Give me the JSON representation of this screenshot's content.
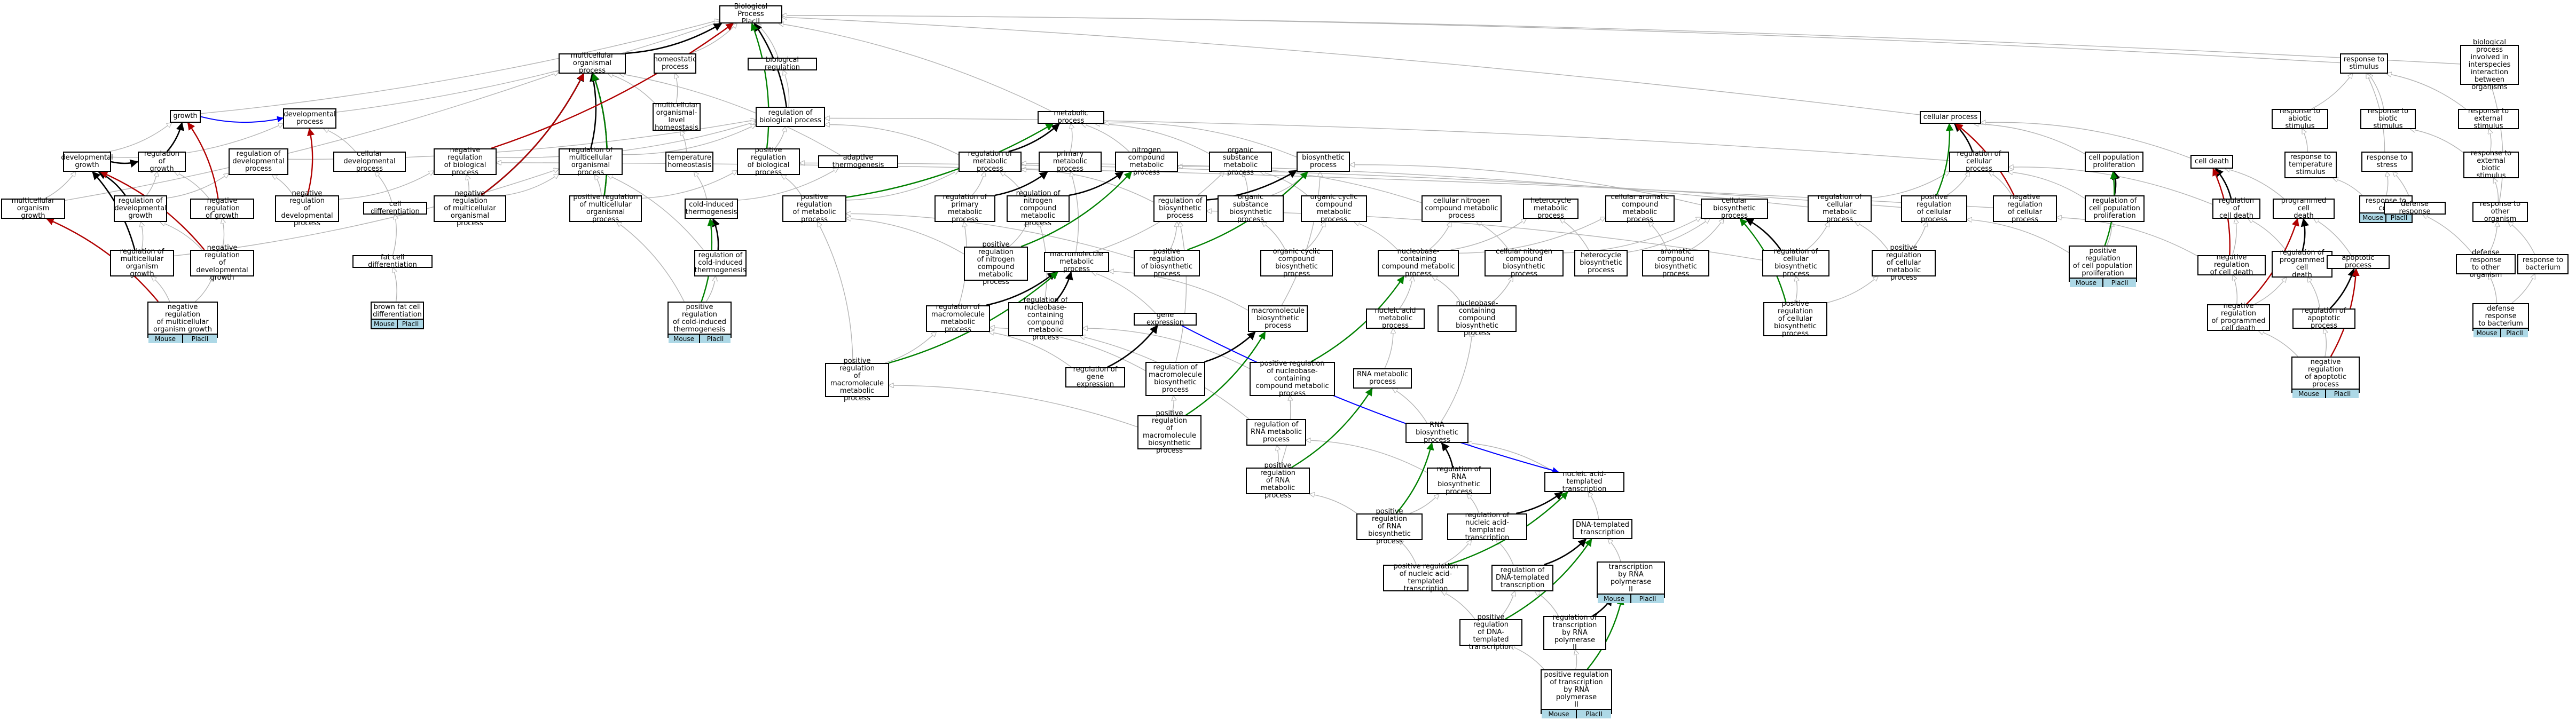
{
  "diagram": {
    "colors": {
      "is_a": "#b4b4b4",
      "part_of": "#000000",
      "positively_regulates": "#008000",
      "negatively_regulates": "#b00000",
      "regulates": "#0000ff",
      "tag_fill": "#add8e6"
    },
    "nodes": [
      {
        "id": "bp",
        "label": "Biological Process\nPlacII"
      },
      {
        "id": "mop",
        "label": "multicellular\norganismal process"
      },
      {
        "id": "homeo",
        "label": "homeostatic\nprocess"
      },
      {
        "id": "breg",
        "label": "biological regulation"
      },
      {
        "id": "regbp",
        "label": "regulation of\nbiological process"
      },
      {
        "id": "metab",
        "label": "metabolic process"
      },
      {
        "id": "cellp",
        "label": "cellular process"
      },
      {
        "id": "resp",
        "label": "response to\nstimulus"
      },
      {
        "id": "interorg",
        "label": "biological process\ninvolved in\ninterspecies\ninteraction\nbetween organisms"
      },
      {
        "id": "growth",
        "label": "growth"
      },
      {
        "id": "devp",
        "label": "developmental\nprocess"
      },
      {
        "id": "molh",
        "label": "multicellular\norganismal-level\nhomeostasis"
      },
      {
        "id": "devg",
        "label": "developmental\ngrowth"
      },
      {
        "id": "regg",
        "label": "regulation of\ngrowth"
      },
      {
        "id": "regdev",
        "label": "regulation of\ndevelopmental\nprocess"
      },
      {
        "id": "celldev",
        "label": "cellular developmental\nprocess"
      },
      {
        "id": "negbp",
        "label": "negative regulation\nof biological\nprocess"
      },
      {
        "id": "regmop",
        "label": "regulation of\nmulticellular\norganismal process"
      },
      {
        "id": "temph",
        "label": "temperature\nhomeostasis"
      },
      {
        "id": "posbp",
        "label": "positive regulation\nof biological\nprocess"
      },
      {
        "id": "adapt",
        "label": "adaptive thermogenesis"
      },
      {
        "id": "mog",
        "label": "multicellular\norganism growth"
      },
      {
        "id": "regdevg",
        "label": "regulation of\ndevelopmental\ngrowth"
      },
      {
        "id": "neggr",
        "label": "negative regulation\nof growth"
      },
      {
        "id": "negdev",
        "label": "negative regulation\nof developmental\nprocess"
      },
      {
        "id": "celldiff",
        "label": "cell differentiation"
      },
      {
        "id": "negmop",
        "label": "negative regulation\nof multicellular\norganismal process"
      },
      {
        "id": "posmop",
        "label": "positive regulation\nof multicellular\norganismal process"
      },
      {
        "id": "coldtherm",
        "label": "cold-induced\nthermogenesis"
      },
      {
        "id": "regmog",
        "label": "regulation of\nmulticellular\norganism growth"
      },
      {
        "id": "negdevg",
        "label": "negative regulation\nof developmental\ngrowth"
      },
      {
        "id": "fatdiff",
        "label": "fat cell differentiation"
      },
      {
        "id": "regcold",
        "label": "regulation of\ncold-induced\nthermogenesis"
      },
      {
        "id": "negmog",
        "label": "negative regulation\nof multicellular\norganism growth",
        "tags": [
          "Mouse",
          "PlacII"
        ]
      },
      {
        "id": "brownfat",
        "label": "brown fat cell\ndifferentiation",
        "tags": [
          "Mouse",
          "PlacII"
        ]
      },
      {
        "id": "poscold",
        "label": "positive regulation\nof cold-induced\nthermogenesis",
        "tags": [
          "Mouse",
          "PlacII"
        ]
      },
      {
        "id": "regmet",
        "label": "regulation of\nmetabolic process"
      },
      {
        "id": "primmet",
        "label": "primary metabolic\nprocess"
      },
      {
        "id": "ncmp",
        "label": "nitrogen compound\nmetabolic process"
      },
      {
        "id": "orgsub",
        "label": "organic substance\nmetabolic process"
      },
      {
        "id": "biosyn",
        "label": "biosynthetic\nprocess"
      },
      {
        "id": "posmet",
        "label": "positive regulation\nof metabolic\nprocess"
      },
      {
        "id": "regprim",
        "label": "regulation of\nprimary metabolic\nprocess"
      },
      {
        "id": "regncmp",
        "label": "regulation of\nnitrogen compound\nmetabolic process"
      },
      {
        "id": "regbio",
        "label": "regulation of\nbiosynthetic\nprocess"
      },
      {
        "id": "orgsubbio",
        "label": "organic substance\nbiosynthetic\nprocess"
      },
      {
        "id": "orgcyc",
        "label": "organic cyclic\ncompound metabolic\nprocess"
      },
      {
        "id": "posncmp",
        "label": "positive regulation\nof nitrogen\ncompound metabolic\nprocess"
      },
      {
        "id": "macro",
        "label": "macromolecule\nmetabolic process"
      },
      {
        "id": "posbio",
        "label": "positive regulation\nof biosynthetic\nprocess"
      },
      {
        "id": "orgcycbio",
        "label": "organic cyclic\ncompound biosynthetic\nprocess"
      },
      {
        "id": "regmacro",
        "label": "regulation of\nmacromolecule\nmetabolic process"
      },
      {
        "id": "regnuc",
        "label": "regulation of\nnucleobase-containing\ncompound metabolic\nprocess"
      },
      {
        "id": "geneexp",
        "label": "gene expression"
      },
      {
        "id": "macrobio",
        "label": "macromolecule\nbiosynthetic\nprocess"
      },
      {
        "id": "nucacid",
        "label": "nucleic acid\nmetabolic process"
      },
      {
        "id": "posmacro",
        "label": "positive regulation\nof macromolecule\nmetabolic process"
      },
      {
        "id": "reggene",
        "label": "regulation of\ngene expression"
      },
      {
        "id": "regmacrobio",
        "label": "regulation of\nmacromolecule\nbiosynthetic\nprocess"
      },
      {
        "id": "posnuc",
        "label": "positive regulation\nof nucleobase-containing\ncompound metabolic\nprocess"
      },
      {
        "id": "posmacrobio",
        "label": "positive regulation\nof macromolecule\nbiosynthetic\nprocess"
      },
      {
        "id": "rnamet",
        "label": "RNA metabolic\nprocess"
      },
      {
        "id": "regrnamet",
        "label": "regulation of\nRNA metabolic\nprocess"
      },
      {
        "id": "posrnamet",
        "label": "positive regulation\nof RNA metabolic\nprocess"
      },
      {
        "id": "rnabio",
        "label": "RNA biosynthetic\nprocess"
      },
      {
        "id": "regrnabio",
        "label": "regulation of\nRNA biosynthetic\nprocess"
      },
      {
        "id": "posrnabio",
        "label": "positive regulation\nof RNA biosynthetic\nprocess"
      },
      {
        "id": "nucmet",
        "label": "nucleobase-containing\ncompound metabolic\nprocess"
      },
      {
        "id": "cnit",
        "label": "cellular nitrogen\ncompound biosynthetic\nprocess"
      },
      {
        "id": "nucbio",
        "label": "nucleobase-containing\ncompound biosynthetic\nprocess"
      },
      {
        "id": "cellnitmet",
        "label": "cellular nitrogen\ncompound metabolic\nprocess"
      },
      {
        "id": "hetmet",
        "label": "heterocycle\nmetabolic process"
      },
      {
        "id": "hetbio",
        "label": "heterocycle\nbiosynthetic\nprocess"
      },
      {
        "id": "cellmet",
        "label": "cellular metabolic\nprocess"
      },
      {
        "id": "celarom",
        "label": "cellular aromatic\ncompound metabolic\nprocess"
      },
      {
        "id": "arombio",
        "label": "aromatic compound\nbiosynthetic\nprocess"
      },
      {
        "id": "cellbio",
        "label": "cellular biosynthetic\nprocess"
      },
      {
        "id": "regcellbio",
        "label": "regulation of\ncellular biosynthetic\nprocess"
      },
      {
        "id": "poscellbio",
        "label": "positive regulation\nof cellular\nbiosynthetic\nprocess"
      },
      {
        "id": "regcellmet",
        "label": "regulation of\ncellular metabolic\nprocess"
      },
      {
        "id": "poscellmet",
        "label": "positive regulation\nof cellular\nmetabolic process"
      },
      {
        "id": "nucacidtx",
        "label": "nucleic acid-templated\ntranscription"
      },
      {
        "id": "regnatx",
        "label": "regulation of\nnucleic acid-templated\ntranscription"
      },
      {
        "id": "dnatx",
        "label": "DNA-templated\ntranscription"
      },
      {
        "id": "posnatx",
        "label": "positive regulation\nof nucleic acid-templated\ntranscription"
      },
      {
        "id": "regdnatx",
        "label": "regulation of\nDNA-templated\ntranscription"
      },
      {
        "id": "txpol2",
        "label": "transcription\nby RNA polymerase\nII",
        "tags": [
          "Mouse",
          "PlacII"
        ]
      },
      {
        "id": "posdnatx",
        "label": "positive regulation\nof DNA-templated\ntranscription"
      },
      {
        "id": "regpol2",
        "label": "regulation of\ntranscription\nby RNA polymerase\nII"
      },
      {
        "id": "pospol2",
        "label": "positive regulation\nof transcription\nby RNA polymerase\nII",
        "tags": [
          "Mouse",
          "PlacII"
        ]
      },
      {
        "id": "regcp",
        "label": "regulation of\ncellular process"
      },
      {
        "id": "cpp",
        "label": "cell population\nproliferation"
      },
      {
        "id": "poscp",
        "label": "positive regulation\nof cellular\nprocess"
      },
      {
        "id": "negcp",
        "label": "negative regulation\nof cellular\nprocess"
      },
      {
        "id": "regcpp",
        "label": "regulation of\ncell population\nproliferation"
      },
      {
        "id": "poscpp",
        "label": "positive regulation\nof cell population\nproliferation",
        "tags": [
          "Mouse",
          "PlacII"
        ]
      },
      {
        "id": "celldeath",
        "label": "cell death"
      },
      {
        "id": "regcd",
        "label": "regulation of\ncell death"
      },
      {
        "id": "pcd",
        "label": "programmed cell\ndeath"
      },
      {
        "id": "negcd",
        "label": "negative regulation\nof cell death"
      },
      {
        "id": "regpcd",
        "label": "regulation of\nprogrammed cell\ndeath"
      },
      {
        "id": "apop",
        "label": "apoptotic process"
      },
      {
        "id": "negpcd",
        "label": "negative regulation\nof programmed\ncell death"
      },
      {
        "id": "regapop",
        "label": "regulation of\napoptotic process"
      },
      {
        "id": "negapop",
        "label": "negative regulation\nof apoptotic\nprocess",
        "tags": [
          "Mouse",
          "PlacII"
        ]
      },
      {
        "id": "abiotic",
        "label": "response to\nabiotic stimulus"
      },
      {
        "id": "biotic",
        "label": "response to\nbiotic stimulus"
      },
      {
        "id": "external",
        "label": "response to\nexternal stimulus"
      },
      {
        "id": "tempstim",
        "label": "response to\ntemperature\nstimulus"
      },
      {
        "id": "stress",
        "label": "response to\nstress"
      },
      {
        "id": "extbiotic",
        "label": "response to\nexternal biotic\nstimulus"
      },
      {
        "id": "cold",
        "label": "response to\ncold",
        "tags": [
          "Mouse",
          "PlacII"
        ]
      },
      {
        "id": "defense",
        "label": "defense response"
      },
      {
        "id": "otherorg",
        "label": "response to\nother organism"
      },
      {
        "id": "defother",
        "label": "defense response\nto other organism"
      },
      {
        "id": "bacterium",
        "label": "response to\nbacterium"
      },
      {
        "id": "defbact",
        "label": "defense response\nto bacterium",
        "tags": [
          "Mouse",
          "PlacII"
        ]
      }
    ]
  }
}
